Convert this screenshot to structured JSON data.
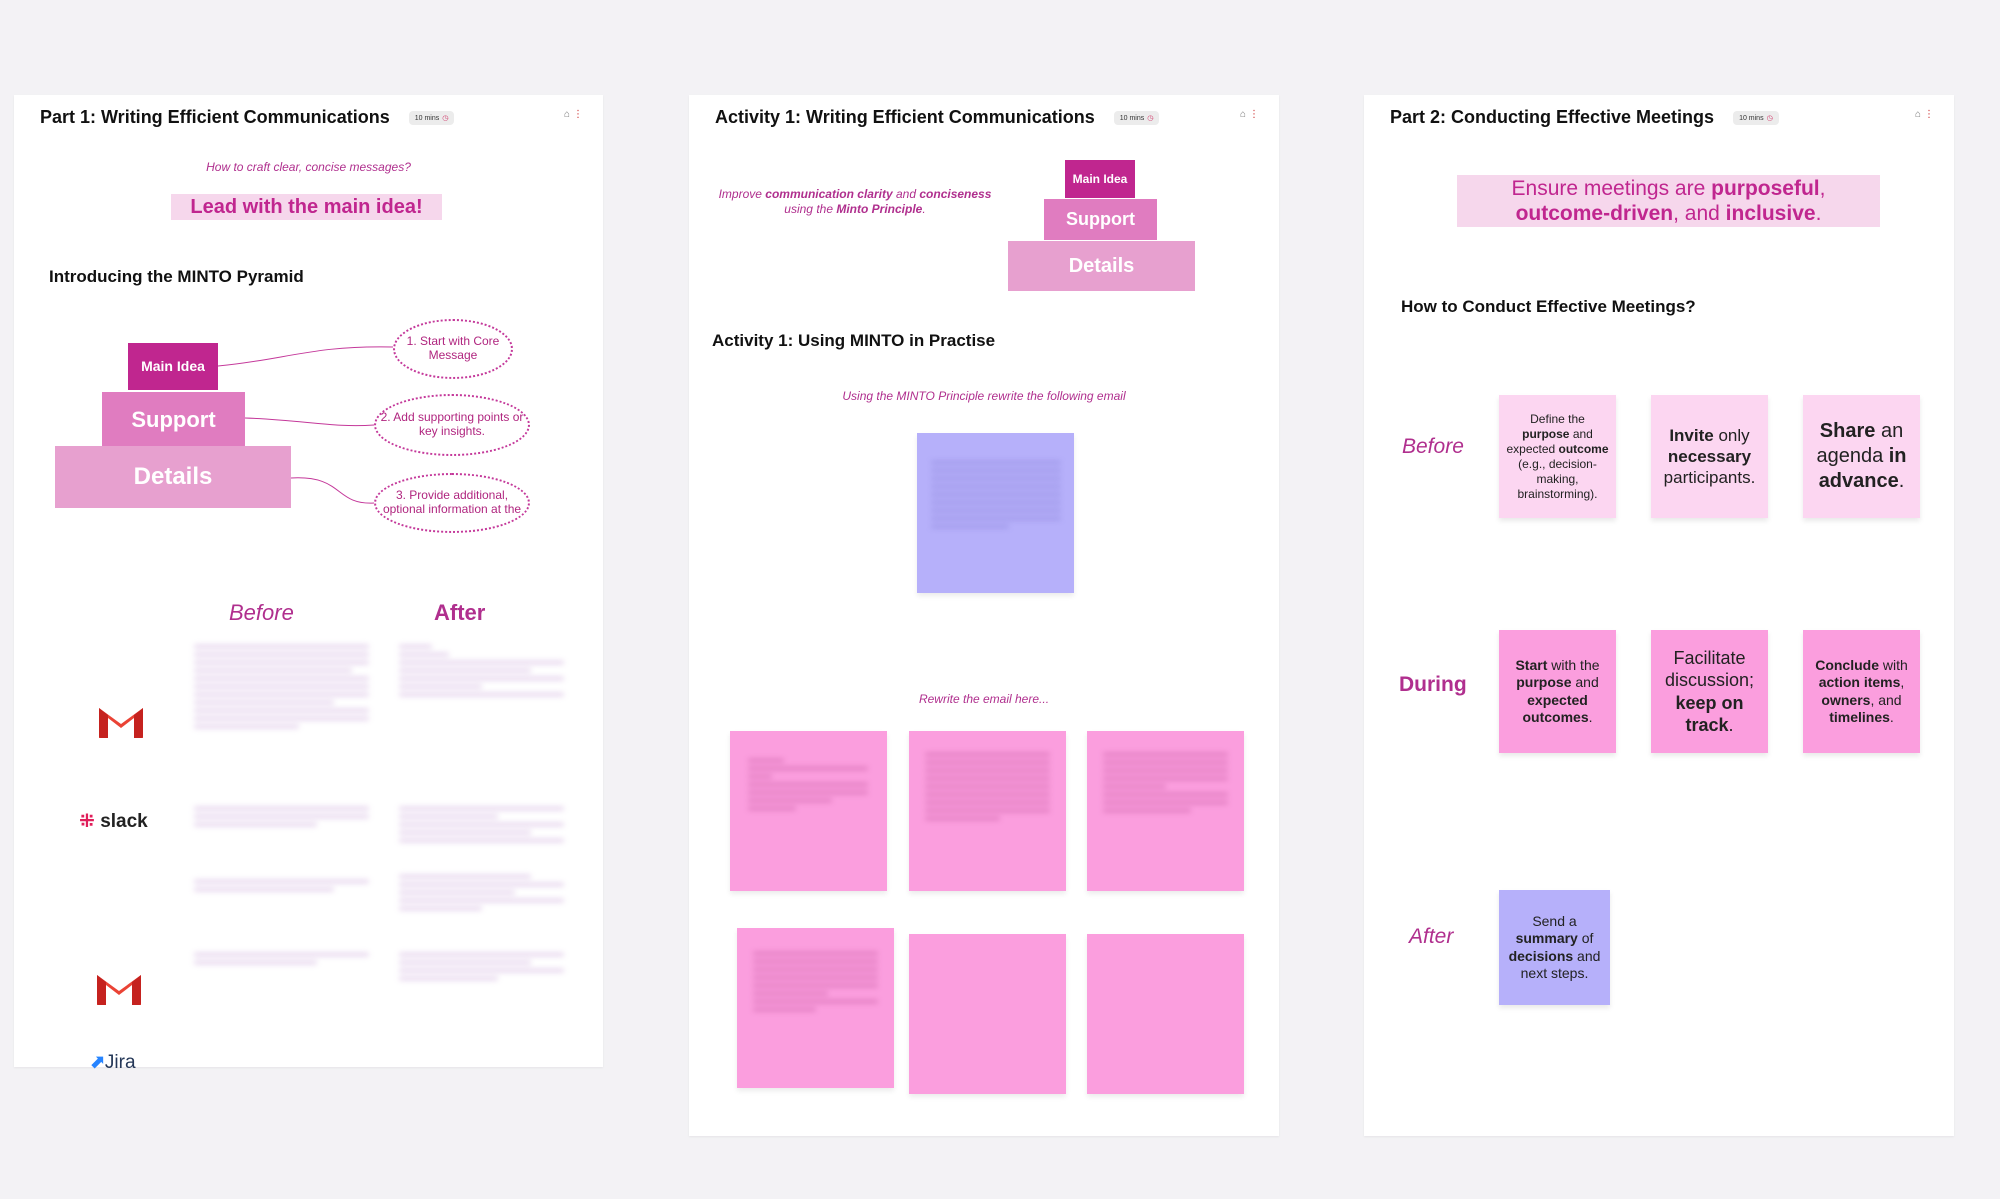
{
  "frame1": {
    "title": "Part 1: Writing Efficient Communications",
    "timer": "10 mins",
    "subtitle_question": "How to craft clear, concise messages?",
    "lead_text": "Lead with the main idea!",
    "section_heading": "Introducing the MINTO Pyramid",
    "pyramid": {
      "main": "Main Idea",
      "support": "Support",
      "details": "Details"
    },
    "callouts": [
      "1. Start with Core Message",
      "2. Add supporting points or key insights.",
      "3. Provide additional, optional information at the"
    ],
    "columns": {
      "before": "Before",
      "after": "After"
    },
    "apps": [
      "Gmail",
      "slack",
      "Gmail",
      "Jira"
    ]
  },
  "frame2": {
    "title": "Activity 1: Writing Efficient Communications",
    "timer": "10 mins",
    "intro": {
      "pre": "Improve ",
      "b1": "communication clarity",
      "mid": " and ",
      "b2": "conciseness",
      "line2_pre": "using the ",
      "b3": "Minto Principle",
      "end": "."
    },
    "pyramid": {
      "main": "Main Idea",
      "support": "Support",
      "details": "Details"
    },
    "section_heading": "Activity 1: Using MINTO in Practise",
    "instruction": "Using the MINTO Principle rewrite the following email",
    "rewrite_prompt": "Rewrite the email here..."
  },
  "frame3": {
    "title": "Part 2: Conducting Effective Meetings",
    "timer": "10 mins",
    "banner": {
      "t1": "Ensure meetings are ",
      "b1": "purposeful",
      "t2": ",",
      "b2": "outcome-driven",
      "t3": ", and ",
      "b3": "inclusive",
      "t4": "."
    },
    "section_heading": "How to Conduct Effective Meetings?",
    "phases": {
      "before": "Before",
      "during": "During",
      "after": "After"
    },
    "cards": {
      "before1": {
        "t1": "Define the ",
        "b1": "purpose",
        "t2": " and expected ",
        "b2": "outcome",
        "t3": " (e.g., decision-making, brainstorming)."
      },
      "before2": {
        "b1": "Invite",
        "t1": " only ",
        "b2": "necessary",
        "t2": " participants."
      },
      "before3": {
        "b1": "Share",
        "t1": " an agenda ",
        "b2": "in advance",
        "t2": "."
      },
      "during1": {
        "b1": "Start",
        "t1": " with the ",
        "b2": "purpose",
        "t2": " and ",
        "b3": "expected outcomes",
        "t3": "."
      },
      "during2": {
        "t1": "Facilitate discussion; ",
        "b1": "keep on track",
        "t2": "."
      },
      "during3": {
        "b1": "Conclude",
        "t1": " with ",
        "b2": "action items",
        "t2": ", ",
        "b3": "owners",
        "t3": ", and ",
        "b4": "timelines",
        "t4": "."
      },
      "after1": {
        "t1": "Send a ",
        "b1": "summary",
        "t2": " of ",
        "b2": "decisions",
        "t3": " and next steps."
      }
    }
  },
  "colors": {
    "canvas": "#f3f2f5",
    "magenta": "#c0268f",
    "pink_light": "#f6d7ec",
    "sticky_pink": "#fb9ede",
    "sticky_lavender": "#b6b0fa"
  }
}
